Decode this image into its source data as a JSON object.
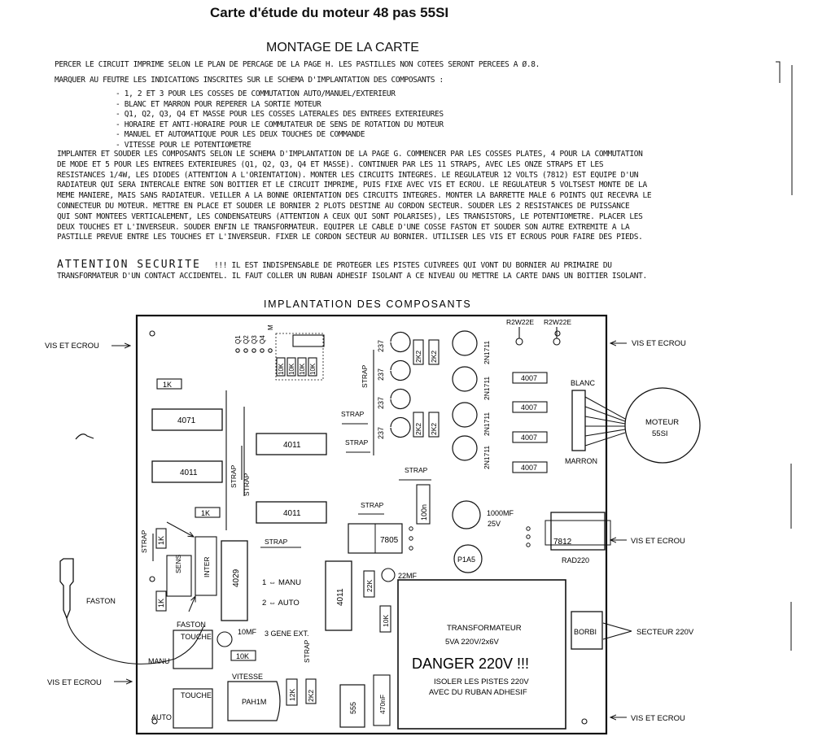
{
  "title": "Carte d'étude du moteur 48 pas  55SI",
  "subtitle": "MONTAGE DE LA CARTE",
  "intro": [
    "PERCER LE CIRCUIT IMPRIME SELON LE PLAN DE PERCAGE DE LA PAGE H. LES PASTILLES NON COTEES SERONT PERCEES A Ø.8.",
    "MARQUER AU FEUTRE LES INDICATIONS INSCRITES SUR LE SCHEMA D'IMPLANTATION DES COMPOSANTS :"
  ],
  "markings": [
    "- 1, 2 ET 3 POUR LES COSSES DE COMMUTATION AUTO/MANUEL/EXTERIEUR",
    "- BLANC ET MARRON POUR REPERER LA SORTIE MOTEUR",
    "- Q1, Q2, Q3, Q4 ET MASSE POUR LES COSSES LATERALES DES ENTREES EXTERIEURES",
    "- HORAIRE ET ANTI-HORAIRE POUR LE COMMUTATEUR DE SENS DE ROTATION DU MOTEUR",
    "- MANUEL ET AUTOMATIQUE POUR LES DEUX TOUCHES DE COMMANDE",
    "- VITESSE POUR LE POTENTIOMETRE"
  ],
  "assembly": [
    "IMPLANTER ET SOUDER LES COMPOSANTS SELON LE SCHEMA D'IMPLANTATION DE LA PAGE G. COMMENCER PAR LES COSSES PLATES, 4 POUR LA COMMUTATION",
    "DE MODE ET 5 POUR LES ENTREES EXTERIEURES (Q1, Q2, Q3, Q4 ET MASSE). CONTINUER PAR LES 11 STRAPS, AVEC LES ONZE STRAPS ET LES",
    "RESISTANCES 1/4W, LES DIODES (ATTENTION A L'ORIENTATION). MONTER LES CIRCUITS INTEGRES. LE REGULATEUR 12 VOLTS (7812) EST EQUIPE D'UN",
    "RADIATEUR QUI SERA INTERCALE ENTRE SON BOITIER ET LE CIRCUIT IMPRIME, PUIS FIXE AVEC VIS ET ECROU. LE REGULATEUR 5 VOLTSEST MONTE DE LA",
    "MEME MANIERE, MAIS SANS RADIATEUR. VEILLER A LA BONNE ORIENTATION DES CIRCUITS INTEGRES. MONTER LA BARRETTE MALE 6 POINTS QUI RECEVRA LE",
    "CONNECTEUR DU MOTEUR. METTRE EN PLACE ET SOUDER LE BORNIER 2 PLOTS DESTINE AU CORDON SECTEUR. SOUDER LES 2 RESISTANCES DE PUISSANCE",
    "QUI SONT MONTEES VERTICALEMENT, LES CONDENSATEURS (ATTENTION A CEUX QUI SONT POLARISES), LES TRANSISTORS, LE POTENTIOMETRE. PLACER LES",
    "DEUX TOUCHES ET L'INVERSEUR. SOUDER ENFIN LE TRANSFORMATEUR. EQUIPER LE CABLE D'UNE COSSE FASTON ET SOUDER SON AUTRE EXTREMITE A LA",
    "PASTILLE PREVUE ENTRE LES TOUCHES ET L'INVERSEUR. FIXER LE CORDON SECTEUR AU BORNIER. UTILISER LES VIS ET ECROUS POUR FAIRE DES PIEDS."
  ],
  "warning": {
    "heading": "ATTENTION SECURITE",
    "line1": "!!! IL EST INDISPENSABLE DE PROTEGER LES PISTES CUIVREES QUI VONT DU BORNIER AU PRIMAIRE DU",
    "line2": "TRANSFORMATEUR D'UN CONTACT ACCIDENTEL. IL FAUT COLLER UN RUBAN ADHESIF ISOLANT A CE NIVEAU OU METTRE LA CARTE DANS UN BOITIER ISOLANT."
  },
  "diagram": {
    "heading": "IMPLANTATION DES COMPOSANTS",
    "screw_label": "VIS ET ECROU",
    "ic_4071": "4071",
    "ic_4011": "4011",
    "ic_4029": "4029",
    "r_1k": "1K",
    "r_10k": "10K",
    "r_2k2": "2K2",
    "r_22k": "22K",
    "r_12k": "12K",
    "r_4007": "4007",
    "r_100n": "100n",
    "r_rad220": "RAD220",
    "strap": "STRAP",
    "q_labels": [
      "Q1",
      "Q2",
      "Q3",
      "Q4",
      "M"
    ],
    "t_237": "237",
    "t_2n1711": "2N1711",
    "r2w22e": "R2W22E",
    "blanc": "BLANC",
    "marron": "MARRON",
    "moteur": "MOTEUR",
    "moteur_model": "55SI",
    "cap_1000": "1000MF",
    "cap_1000_v": "25V",
    "reg_7805": "7805",
    "reg_7812": "7812",
    "pot_p1a5": "P1A5",
    "cap_22mf": "22MF",
    "cap_10mf": "10MF",
    "cap_470": "470nF",
    "ic_555": "555",
    "sens": "SENS",
    "inter": "INTER",
    "manu_mode": "1 ⇔ MANU",
    "auto_mode": "2 ⇔ AUTO",
    "gene_ext": "3  GENE EXT.",
    "faston": "FASTON",
    "touche": "TOUCHE",
    "manu": "MANU",
    "auto": "AUTO",
    "vitesse": "VITESSE",
    "pot_pah1m": "PAH1M",
    "transfo_title": "TRANSFORMATEUR",
    "transfo_spec": "5VA   220V/2x6V",
    "danger": "DANGER 220V  !!!",
    "isoler_1": "ISOLER LES PISTES 220V",
    "isoler_2": "AVEC DU RUBAN ADHESIF",
    "borbi": "BORBI",
    "secteur": "SECTEUR 220V"
  }
}
